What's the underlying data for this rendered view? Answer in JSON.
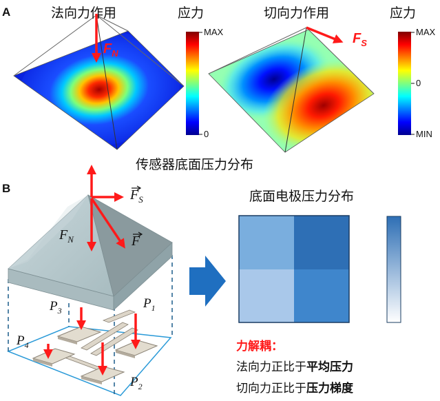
{
  "panelA": {
    "letter": "A",
    "normal_title": "法向力作用",
    "stress_title_left": "应力",
    "shear_title": "切向力作用",
    "stress_title_right": "应力",
    "fn_label": "F",
    "fn_sub": "N",
    "fs_label": "F",
    "fs_sub": "S",
    "left_cbar": {
      "max": "MAX",
      "min": "0"
    },
    "right_cbar": {
      "max": "MAX",
      "mid": "0",
      "min": "MIN"
    },
    "caption": "传感器底面压力分布"
  },
  "panelB": {
    "letter": "B",
    "fs_label": "F",
    "fs_sub": "S",
    "fn_label": "F",
    "fn_sub": "N",
    "f_label": "F",
    "p1": "P",
    "p1_sub": "1",
    "p2": "P",
    "p2_sub": "2",
    "p3": "P",
    "p3_sub": "3",
    "p4": "P",
    "p4_sub": "4",
    "grid_title": "底面电极压力分布",
    "decouple_title": "力解耦：",
    "line1_prefix": "法向力正比于",
    "line1_bold": "平均压力",
    "line2_prefix": "切向力正比于",
    "line2_bold": "压力梯度"
  },
  "colors": {
    "red": "#ff1a1a",
    "arrow_blue": "#1f6fc0",
    "cell_tl": "#7aaede",
    "cell_tr": "#2e6fb5",
    "cell_bl": "#a9c8ea",
    "cell_br": "#3f86cc"
  }
}
